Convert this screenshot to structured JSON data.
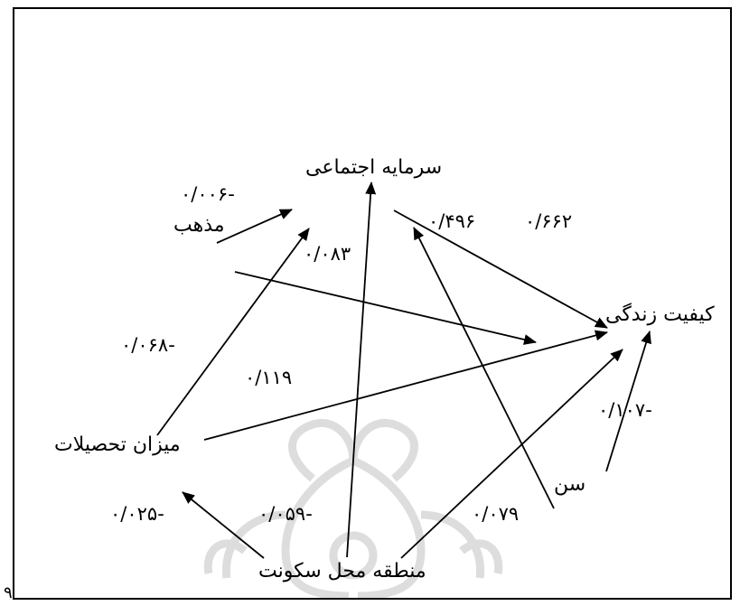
{
  "diagram": {
    "nodes": {
      "social_capital": "سرمایه اجتماعی",
      "religion": "مذهب",
      "quality_of_life": "کیفیت زندگی",
      "education": "میزان تحصیلات",
      "age": "سن",
      "residence_area": "منطقه محل سکونت"
    },
    "coefficients": {
      "religion_to_social": "-۰/۰۰۶",
      "education_to_social": "۰/۰۸۳",
      "age_to_social": "۰/۴۹۶",
      "social_to_quality": "۰/۶۶۲",
      "religion_to_quality": "-۰/۰۶۸",
      "education_to_quality": "۰/۱۱۹",
      "age_to_quality": "-۰/۱۰۷",
      "residence_to_education": "-۰/۰۲۵",
      "residence_to_social": "-۰/۰۵۹",
      "residence_to_quality": "۰/۰۷۹"
    }
  },
  "page_mark": "۹",
  "colors": {
    "ink": "#000000",
    "watermark": "#d9d9d9"
  },
  "icons": {
    "watermark": "ornamental-rosette-watermark"
  }
}
